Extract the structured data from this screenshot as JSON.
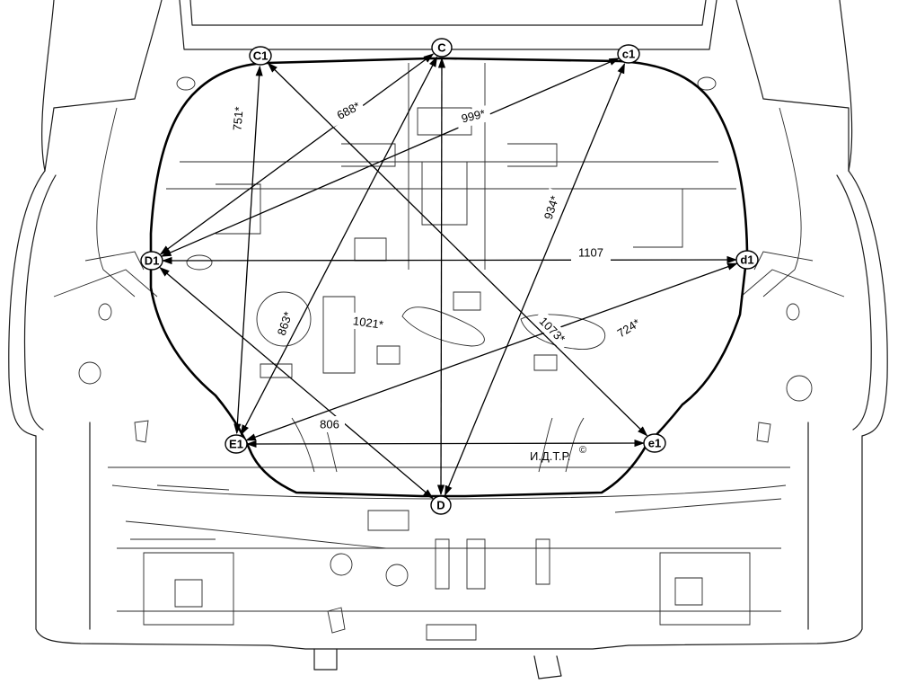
{
  "points": {
    "C1": "C1",
    "C": "C",
    "c1": "c1",
    "D1": "D1",
    "d1": "d1",
    "E1": "E1",
    "e1": "e1",
    "D": "D"
  },
  "dimensions": {
    "C1_E1": "751*",
    "C1_C_D1": "688*",
    "D1_c1": "999*",
    "D_c1": "934*",
    "D1_d1": "1107",
    "E1_C": "863*",
    "D1_D": "1021*",
    "C1_e1": "1073*",
    "E1_d1": "724*",
    "E1_e1": "806"
  },
  "watermark": "И.Д.Т.Р.",
  "copyright_symbol": "©"
}
